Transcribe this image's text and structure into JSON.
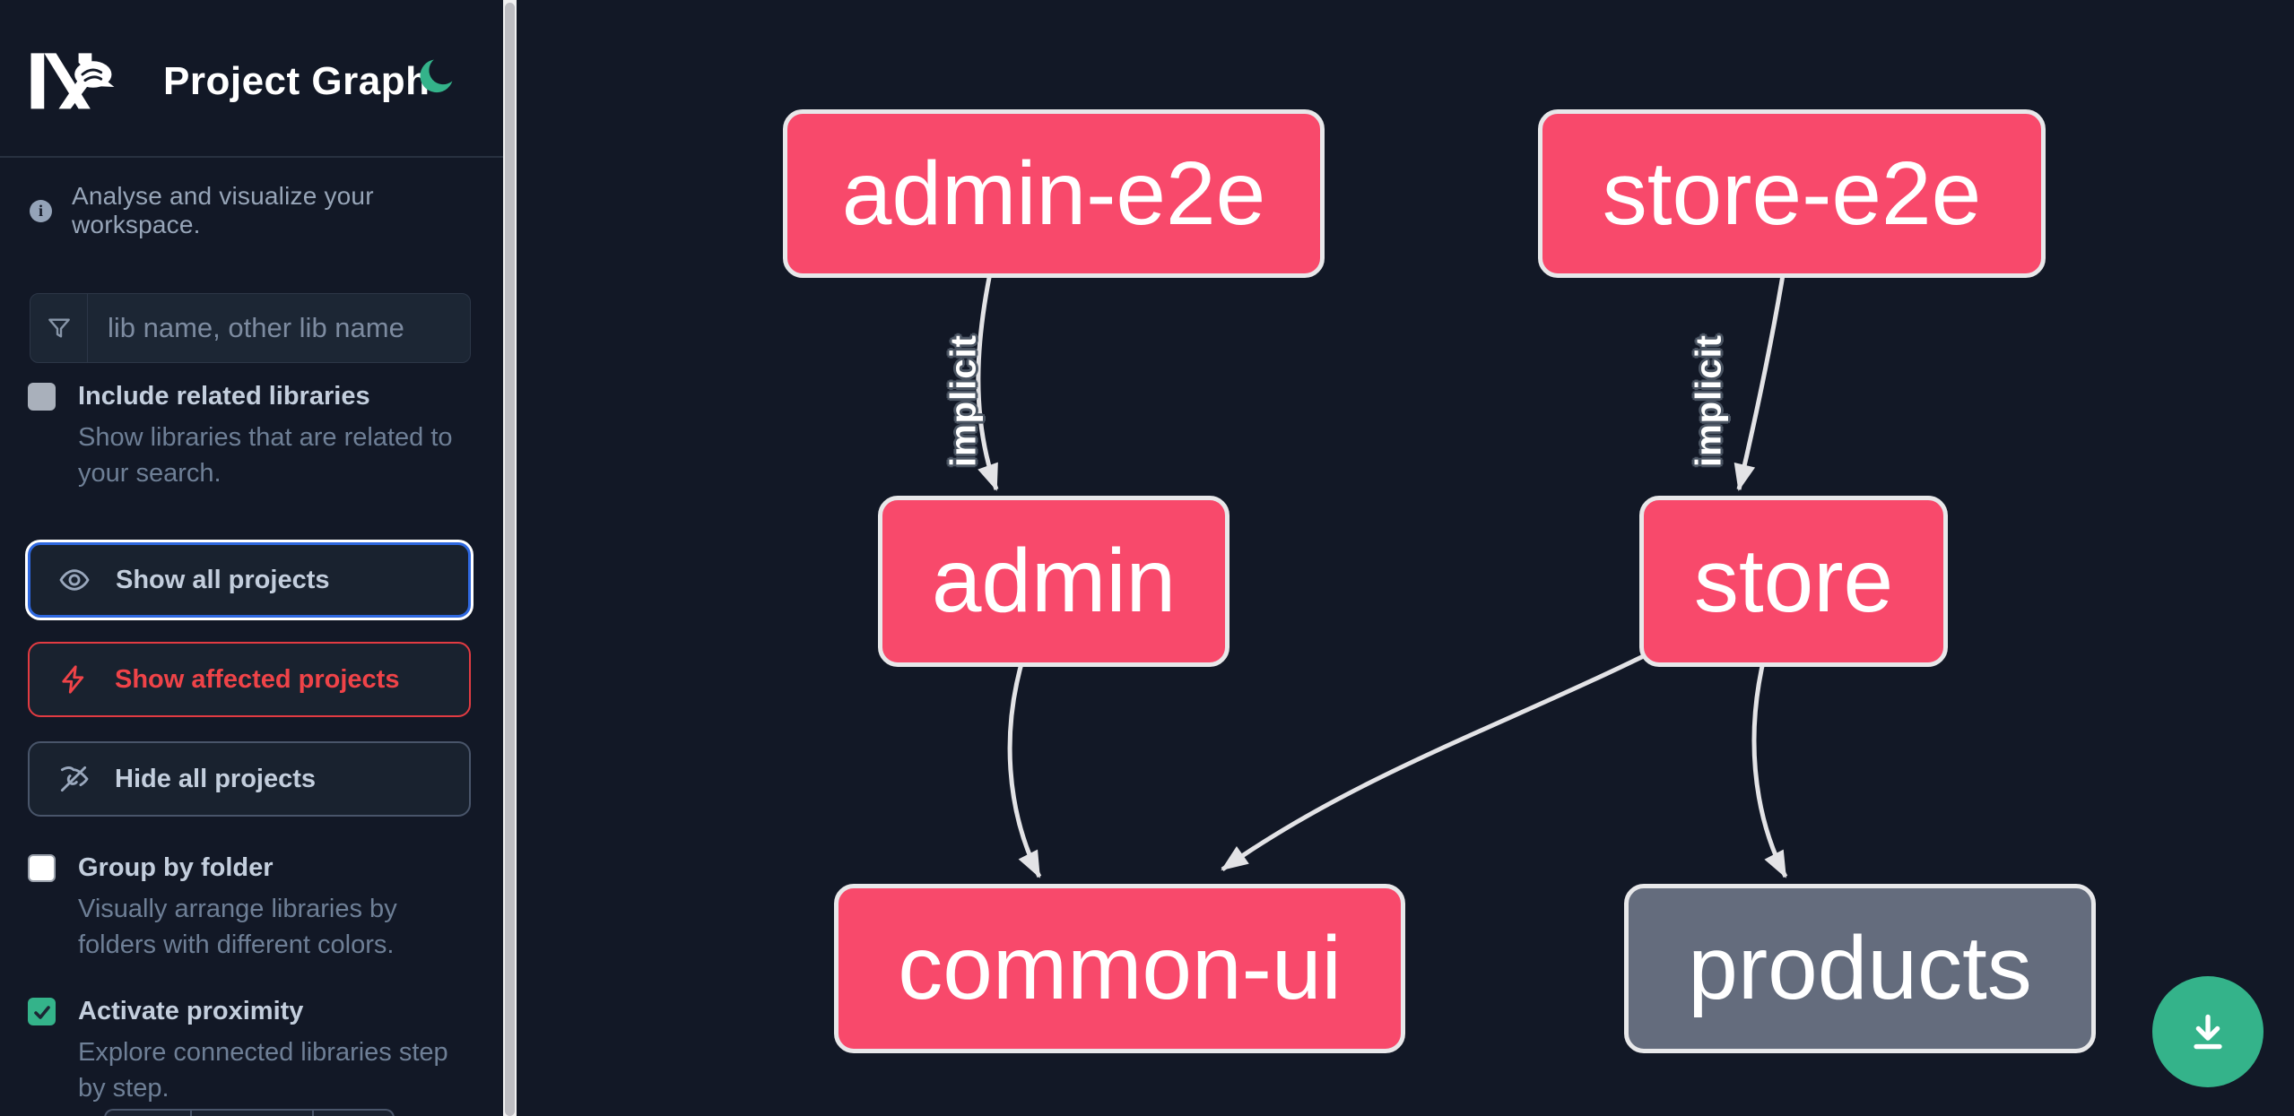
{
  "header": {
    "app_title": "Project Graph",
    "logo": "nx-logo",
    "theme_toggle_icon": "moon-icon"
  },
  "sidebar": {
    "tagline": "Analyse and visualize your workspace.",
    "search": {
      "icon": "funnel-icon",
      "placeholder": "lib name, other lib name",
      "value": ""
    },
    "checkboxes": [
      {
        "label": "Include related libraries",
        "description": "Show libraries that are related to your search.",
        "checked": false
      },
      {
        "label": "Group by folder",
        "description": "Visually arrange libraries by folders with different colors.",
        "checked": false
      },
      {
        "label": "Activate proximity",
        "description": "Explore connected libraries step by step.",
        "checked": true
      }
    ],
    "buttons": [
      {
        "label": "Show all projects",
        "icon": "eye-icon",
        "state": "focused"
      },
      {
        "label": "Show affected projects",
        "icon": "bolt-icon",
        "state": "affected"
      },
      {
        "label": "Hide all projects",
        "icon": "eye-off-icon",
        "state": "default"
      }
    ]
  },
  "graph": {
    "nodes": [
      {
        "label": "admin-e2e",
        "type": "e2e-app",
        "color": "pink"
      },
      {
        "label": "store-e2e",
        "type": "e2e-app",
        "color": "pink"
      },
      {
        "label": "admin",
        "type": "app",
        "color": "pink"
      },
      {
        "label": "store",
        "type": "app",
        "color": "pink"
      },
      {
        "label": "common-ui",
        "type": "lib",
        "color": "pink"
      },
      {
        "label": "products",
        "type": "lib",
        "color": "gray"
      }
    ],
    "edges": [
      {
        "from": "admin-e2e",
        "to": "admin",
        "label": "implicit"
      },
      {
        "from": "store-e2e",
        "to": "store",
        "label": "implicit"
      },
      {
        "from": "admin",
        "to": "common-ui",
        "label": ""
      },
      {
        "from": "store",
        "to": "common-ui",
        "label": ""
      },
      {
        "from": "store",
        "to": "products",
        "label": ""
      }
    ],
    "download_button_icon": "download-icon"
  },
  "colors": {
    "background": "#121826",
    "node_pink": "#f8496b",
    "node_gray": "#646c7d",
    "node_border": "#e8e8ea",
    "edge": "#e3e3e6",
    "accent_green": "#34b38a",
    "accent_blue": "#2e68e0",
    "accent_red": "#ef4348",
    "text_primary": "#ffffff",
    "text_muted": "#6e7f96"
  }
}
